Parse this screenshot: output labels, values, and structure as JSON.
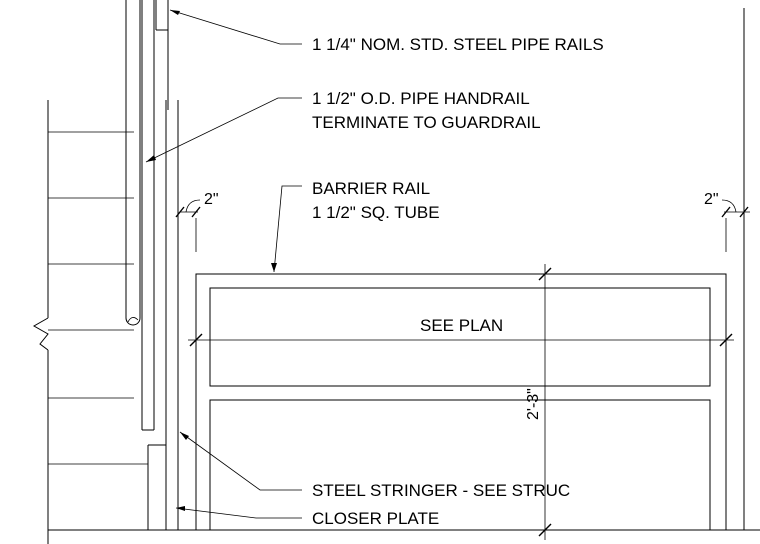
{
  "notes": {
    "pipe_rails": "1 1/4\" NOM. STD. STEEL PIPE RAILS",
    "handrail_line1": "1 1/2\" O.D. PIPE HANDRAIL",
    "handrail_line2": "TERMINATE TO GUARDRAIL",
    "barrier_line1": "BARRIER RAIL",
    "barrier_line2": "1 1/2\" SQ. TUBE",
    "stringer": "STEEL STRINGER - SEE STRUC",
    "closer": "CLOSER PLATE"
  },
  "dimensions": {
    "gap_left": "2\"",
    "gap_right": "2\"",
    "width": "SEE PLAN",
    "height": "2'-3\""
  }
}
